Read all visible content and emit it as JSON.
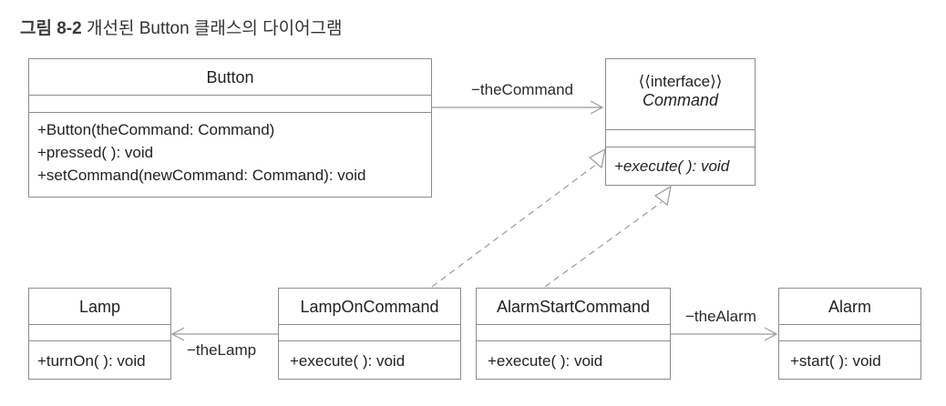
{
  "caption": {
    "number": "그림 8-2",
    "text": "개선된 Button 클래스의 다이어그램"
  },
  "classes": {
    "button": {
      "name": "Button",
      "operations": [
        "+Button(theCommand: Command)",
        "+pressed( ): void",
        "+setCommand(newCommand: Command): void"
      ]
    },
    "command": {
      "stereotype": "⟨⟨interface⟩⟩",
      "name": "Command",
      "operations": [
        "+execute( ): void"
      ]
    },
    "lamp": {
      "name": "Lamp",
      "operations": [
        "+turnOn( ): void"
      ]
    },
    "lamp_on_command": {
      "name": "LampOnCommand",
      "operations": [
        "+execute( ): void"
      ]
    },
    "alarm_start_command": {
      "name": "AlarmStartCommand",
      "operations": [
        "+execute( ): void"
      ]
    },
    "alarm": {
      "name": "Alarm",
      "operations": [
        "+start( ): void"
      ]
    }
  },
  "associations": {
    "the_command": "−theCommand",
    "the_lamp": "−theLamp",
    "the_alarm": "−theAlarm"
  },
  "colors": {
    "border": "#8c8c8c",
    "line": "#9a9a9a"
  }
}
